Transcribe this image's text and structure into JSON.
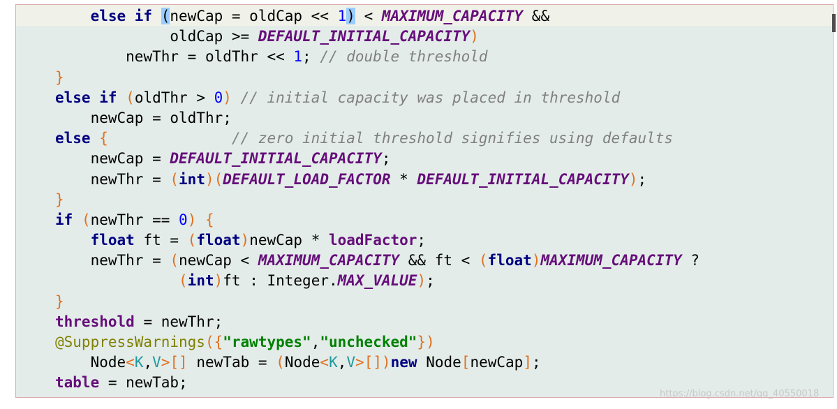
{
  "lines": [
    {
      "indent": "    ",
      "tokens": [
        {
          "t": "else if ",
          "c": "kw"
        },
        {
          "t": "(",
          "c": "match"
        },
        {
          "t": "newCap = oldCap << ",
          "c": "plain"
        },
        {
          "t": "1",
          "c": "num"
        },
        {
          "t": ")",
          "c": "match"
        },
        {
          "t": " < ",
          "c": "plain"
        },
        {
          "t": "MAXIMUM_CAPACITY",
          "c": "const"
        },
        {
          "t": " &&",
          "c": "plain"
        }
      ]
    },
    {
      "indent": "             ",
      "tokens": [
        {
          "t": "oldCap >= ",
          "c": "plain"
        },
        {
          "t": "DEFAULT_INITIAL_CAPACITY",
          "c": "const"
        },
        {
          "t": ")",
          "c": "paren"
        }
      ]
    },
    {
      "indent": "        ",
      "tokens": [
        {
          "t": "newThr = oldThr << ",
          "c": "plain"
        },
        {
          "t": "1",
          "c": "num"
        },
        {
          "t": "; ",
          "c": "plain"
        },
        {
          "t": "// double threshold",
          "c": "cmt"
        }
      ]
    },
    {
      "indent": "",
      "tokens": [
        {
          "t": "}",
          "c": "brace"
        }
      ]
    },
    {
      "indent": "",
      "tokens": [
        {
          "t": "else if ",
          "c": "kw"
        },
        {
          "t": "(",
          "c": "paren"
        },
        {
          "t": "oldThr > ",
          "c": "plain"
        },
        {
          "t": "0",
          "c": "num"
        },
        {
          "t": ")",
          "c": "paren"
        },
        {
          "t": " ",
          "c": "plain"
        },
        {
          "t": "// initial capacity was placed in threshold",
          "c": "cmt"
        }
      ]
    },
    {
      "indent": "    ",
      "tokens": [
        {
          "t": "newCap = oldThr;",
          "c": "plain"
        }
      ]
    },
    {
      "indent": "",
      "tokens": [
        {
          "t": "else ",
          "c": "kw"
        },
        {
          "t": "{",
          "c": "brace"
        },
        {
          "t": "              ",
          "c": "plain"
        },
        {
          "t": "// zero initial threshold signifies using defaults",
          "c": "cmt"
        }
      ]
    },
    {
      "indent": "    ",
      "tokens": [
        {
          "t": "newCap = ",
          "c": "plain"
        },
        {
          "t": "DEFAULT_INITIAL_CAPACITY",
          "c": "const"
        },
        {
          "t": ";",
          "c": "plain"
        }
      ]
    },
    {
      "indent": "    ",
      "tokens": [
        {
          "t": "newThr = ",
          "c": "plain"
        },
        {
          "t": "(",
          "c": "paren"
        },
        {
          "t": "int",
          "c": "kw"
        },
        {
          "t": ")",
          "c": "paren"
        },
        {
          "t": "(",
          "c": "paren"
        },
        {
          "t": "DEFAULT_LOAD_FACTOR",
          "c": "const"
        },
        {
          "t": " * ",
          "c": "plain"
        },
        {
          "t": "DEFAULT_INITIAL_CAPACITY",
          "c": "const"
        },
        {
          "t": ")",
          "c": "paren"
        },
        {
          "t": ";",
          "c": "plain"
        }
      ]
    },
    {
      "indent": "",
      "tokens": [
        {
          "t": "}",
          "c": "brace"
        }
      ]
    },
    {
      "indent": "",
      "tokens": [
        {
          "t": "if ",
          "c": "kw"
        },
        {
          "t": "(",
          "c": "paren"
        },
        {
          "t": "newThr == ",
          "c": "plain"
        },
        {
          "t": "0",
          "c": "num"
        },
        {
          "t": ")",
          "c": "paren"
        },
        {
          "t": " ",
          "c": "plain"
        },
        {
          "t": "{",
          "c": "brace"
        }
      ]
    },
    {
      "indent": "    ",
      "tokens": [
        {
          "t": "float",
          "c": "kw"
        },
        {
          "t": " ft = ",
          "c": "plain"
        },
        {
          "t": "(",
          "c": "paren"
        },
        {
          "t": "float",
          "c": "kw"
        },
        {
          "t": ")",
          "c": "paren"
        },
        {
          "t": "newCap * ",
          "c": "plain"
        },
        {
          "t": "loadFactor",
          "c": "field"
        },
        {
          "t": ";",
          "c": "plain"
        }
      ]
    },
    {
      "indent": "    ",
      "tokens": [
        {
          "t": "newThr = ",
          "c": "plain"
        },
        {
          "t": "(",
          "c": "paren"
        },
        {
          "t": "newCap < ",
          "c": "plain"
        },
        {
          "t": "MAXIMUM_CAPACITY",
          "c": "const"
        },
        {
          "t": " && ft < ",
          "c": "plain"
        },
        {
          "t": "(",
          "c": "paren"
        },
        {
          "t": "float",
          "c": "kw"
        },
        {
          "t": ")",
          "c": "paren"
        },
        {
          "t": "MAXIMUM_CAPACITY",
          "c": "const"
        },
        {
          "t": " ?",
          "c": "plain"
        }
      ]
    },
    {
      "indent": "              ",
      "tokens": [
        {
          "t": "(",
          "c": "paren"
        },
        {
          "t": "int",
          "c": "kw"
        },
        {
          "t": ")",
          "c": "paren"
        },
        {
          "t": "ft : Integer.",
          "c": "plain"
        },
        {
          "t": "MAX_VALUE",
          "c": "const"
        },
        {
          "t": ")",
          "c": "paren"
        },
        {
          "t": ";",
          "c": "plain"
        }
      ]
    },
    {
      "indent": "",
      "tokens": [
        {
          "t": "}",
          "c": "brace"
        }
      ]
    },
    {
      "indent": "",
      "tokens": [
        {
          "t": "threshold",
          "c": "field"
        },
        {
          "t": " = newThr;",
          "c": "plain"
        }
      ]
    },
    {
      "indent": "",
      "tokens": [
        {
          "t": "@SuppressWarnings",
          "c": "ann"
        },
        {
          "t": "(",
          "c": "paren"
        },
        {
          "t": "{",
          "c": "brace"
        },
        {
          "t": "\"rawtypes\"",
          "c": "str"
        },
        {
          "t": ",",
          "c": "plain"
        },
        {
          "t": "\"unchecked\"",
          "c": "str"
        },
        {
          "t": "}",
          "c": "brace"
        },
        {
          "t": ")",
          "c": "paren"
        }
      ]
    },
    {
      "indent": "    ",
      "tokens": [
        {
          "t": "Node",
          "c": "plain"
        },
        {
          "t": "<",
          "c": "bracket"
        },
        {
          "t": "K",
          "c": "tp"
        },
        {
          "t": ",",
          "c": "plain"
        },
        {
          "t": "V",
          "c": "tp"
        },
        {
          "t": ">",
          "c": "bracket"
        },
        {
          "t": "[]",
          "c": "bracket"
        },
        {
          "t": " newTab = ",
          "c": "plain"
        },
        {
          "t": "(",
          "c": "paren"
        },
        {
          "t": "Node",
          "c": "plain"
        },
        {
          "t": "<",
          "c": "bracket"
        },
        {
          "t": "K",
          "c": "tp"
        },
        {
          "t": ",",
          "c": "plain"
        },
        {
          "t": "V",
          "c": "tp"
        },
        {
          "t": ">",
          "c": "bracket"
        },
        {
          "t": "[]",
          "c": "bracket"
        },
        {
          "t": ")",
          "c": "paren"
        },
        {
          "t": "new",
          "c": "kw"
        },
        {
          "t": " Node",
          "c": "plain"
        },
        {
          "t": "[",
          "c": "bracket"
        },
        {
          "t": "newCap",
          "c": "plain"
        },
        {
          "t": "]",
          "c": "bracket"
        },
        {
          "t": ";",
          "c": "plain"
        }
      ]
    },
    {
      "indent": "",
      "tokens": [
        {
          "t": "table",
          "c": "field"
        },
        {
          "t": " = newTab;",
          "c": "plain"
        }
      ]
    }
  ],
  "watermark": "https://blog.csdn.net/qq_40550018",
  "colors": {
    "editor_background": "#e3ece9",
    "current_line": "#f0f1e8",
    "keyword": "#000080",
    "constant": "#660e7a",
    "comment": "#808080",
    "number": "#0000ff",
    "string": "#008000",
    "annotation": "#808000",
    "brace": "#e07020",
    "type_param": "#20999d",
    "paren_match": "#99ccff"
  }
}
